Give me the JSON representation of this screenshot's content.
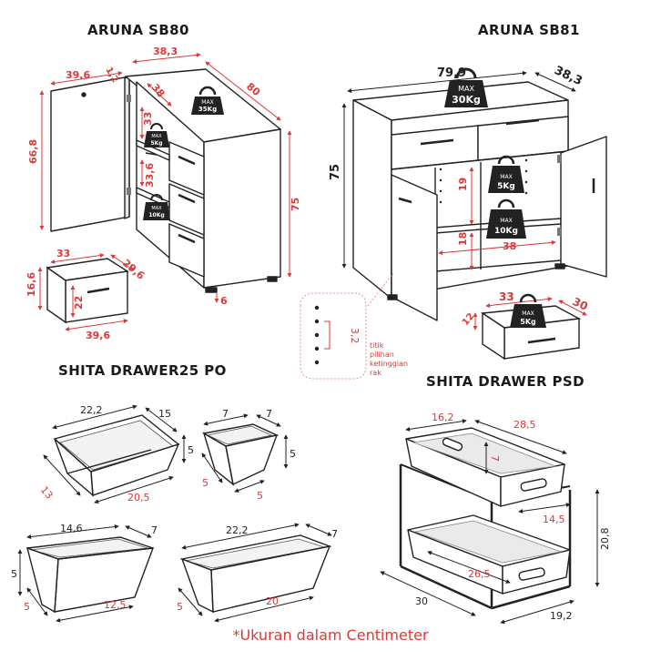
{
  "titles": {
    "sb80": "ARUNA SB80",
    "sb81": "ARUNA SB81",
    "drawer25": "SHITA DRAWER25 PO",
    "psd": "SHITA DRAWER PSD"
  },
  "sb80": {
    "dims": {
      "width": "38,3",
      "depth": "80",
      "door_width": "39,6",
      "door_height": "66,8",
      "gap": "1,2",
      "inner_depth": "38",
      "shelf_upper": "33",
      "shelf_lower": "33,6",
      "height": "75",
      "foot": "6"
    },
    "loads": {
      "top": {
        "max": "MAX",
        "value": "35Kg"
      },
      "shelf1": {
        "max": "MAX",
        "value": "5Kg"
      },
      "shelf2": {
        "max": "MAX",
        "value": "10Kg"
      }
    },
    "drawer": {
      "width": "33",
      "depth": "29,6",
      "height": "16,6",
      "inner": "22",
      "front": "39,6"
    }
  },
  "sb81": {
    "dims": {
      "width": "79,9",
      "depth": "38,3",
      "height": "75",
      "shelf_upper": "19",
      "shelf_lower": "18",
      "inner_width": "38"
    },
    "loads": {
      "top": {
        "max": "MAX",
        "value": "30Kg"
      },
      "shelf1": {
        "max": "MAX",
        "value": "5Kg"
      },
      "shelf2": {
        "max": "MAX",
        "value": "10Kg"
      }
    },
    "drawer": {
      "width": "33",
      "depth": "30",
      "height": "12",
      "max": "MAX",
      "value": "5Kg"
    },
    "shelf_note": {
      "spacing": "3,2",
      "lines": [
        "titik",
        "pilihan",
        "ketinggian",
        "rak"
      ]
    }
  },
  "drawer25": {
    "big": {
      "top": "22,2",
      "side": "15",
      "height": "5",
      "depth": "13",
      "bottom": "20,5"
    },
    "small": {
      "top": "7",
      "side": "7",
      "height": "5",
      "depth": "5",
      "bottom": "5"
    },
    "mid": {
      "top": "14,6",
      "side": "7",
      "height": "5",
      "depth": "5",
      "bottom": "12,5"
    },
    "long": {
      "top": "22,2",
      "side": "7",
      "depth": "5",
      "bottom": "20"
    }
  },
  "psd": {
    "top_width": "16,2",
    "top_length": "28,5",
    "inner_height": "7",
    "mid_width": "14,5",
    "lower_length": "26,5",
    "total_height": "20,8",
    "base_depth": "30",
    "base_width": "19,2"
  },
  "footnote": "*Ukuran dalam Centimeter",
  "colors": {
    "dimension": "#d83a3a",
    "outline": "#222222",
    "dotted": "#e89090"
  }
}
